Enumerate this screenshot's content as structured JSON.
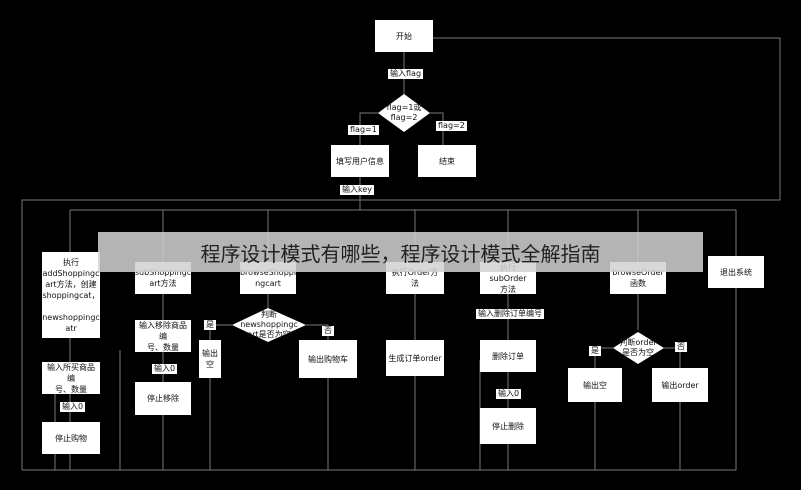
{
  "nodes": {
    "start": "开始",
    "decision_flag": "flag=1或\nflag=2",
    "fill_user": "填写用户信息",
    "end": "结束",
    "add_shopping": "执行\naddShoppingc\nart方法，创建\nshoppingcat，\n\nnewshoppingc\natr",
    "sub_shopping": "subShoppingc\nart方法",
    "browse_shopping": "browseShoppi\nngcart",
    "order_method": "执行Order方法",
    "sub_order": "执行subOrder\n方法",
    "browse_order": "browseOrder\n函数",
    "exit_system": "退出系统",
    "input_product": "输入所买商品编\n号、数量",
    "stop_buy": "停止购物",
    "input_remove": "输入移除商品编\n号、数量",
    "stop_remove": "停止移除",
    "decision_cart": "判断\nnewshoppingc\nart是否为空",
    "output_empty_cart": "输出\n空",
    "output_cart": "输出购物车",
    "generate_order": "生成订单order",
    "delete_order": "删除订单",
    "stop_delete": "停止删除",
    "decision_order": "判断order\n是否为空",
    "output_empty_order": "输出空",
    "output_order": "输出order"
  },
  "labels": {
    "input_flag": "输入flag",
    "flag1": "flag=1",
    "flag2": "flag=2",
    "input_key": "输入key",
    "input0_a": "输入0",
    "input0_b": "输入0",
    "yes_a": "是",
    "no_a": "否",
    "input_delete_no": "输入删除订单编号",
    "input0_c": "输入0",
    "yes_b": "是",
    "no_b": "否"
  },
  "banner": {
    "text": "程序设计模式有哪些，程序设计模式全解指南"
  },
  "colors": {
    "background": "#000000",
    "node": "#ffffff",
    "line": "#777777"
  }
}
